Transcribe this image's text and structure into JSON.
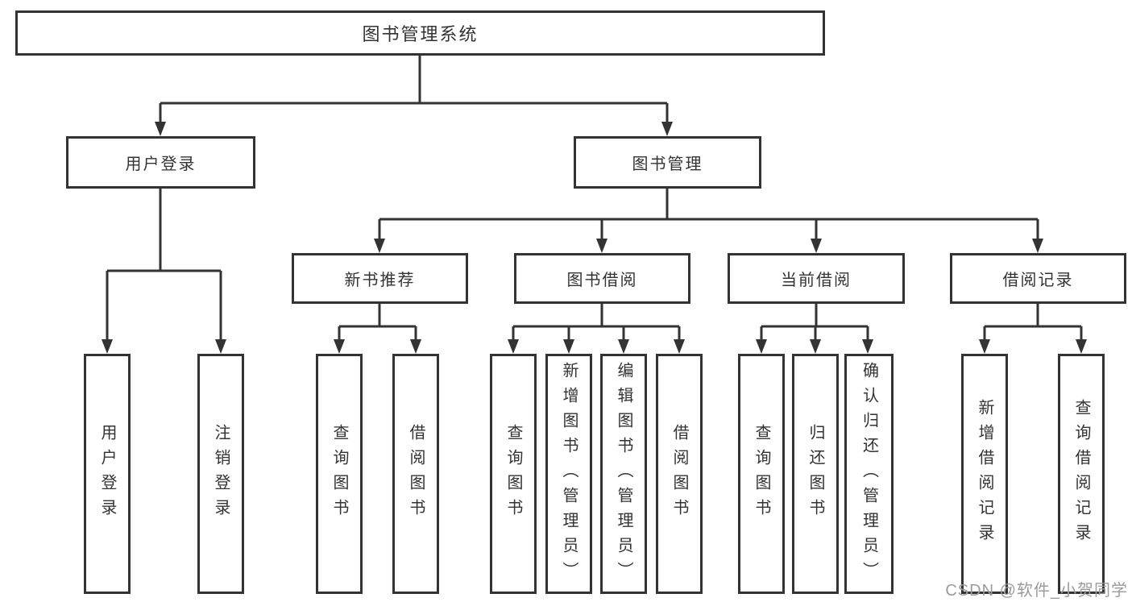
{
  "diagram": {
    "title": "图书管理系统",
    "line_color": "#333333",
    "box_border_color": "#333333",
    "text_color": "#333333",
    "background_color": "#ffffff",
    "root": {
      "label": "图书管理系统"
    },
    "level2": {
      "user_login": {
        "label": "用户登录"
      },
      "book_management": {
        "label": "图书管理"
      }
    },
    "level3": {
      "new_book_recommend": {
        "label": "新书推荐"
      },
      "book_borrow": {
        "label": "图书借阅"
      },
      "current_borrow": {
        "label": "当前借阅"
      },
      "borrow_record": {
        "label": "借阅记录"
      }
    },
    "leaves": {
      "user_login": [
        "用户登录",
        "注销登录"
      ],
      "new_book_recommend": [
        "查询图书",
        "借阅图书"
      ],
      "book_borrow": [
        "查询图书",
        "新增图书（管理员）",
        "编辑图书（管理员）",
        "借阅图书"
      ],
      "current_borrow": [
        "查询图书",
        "归还图书",
        "确认归还（管理员）"
      ],
      "borrow_record": [
        "新增借阅记录",
        "查询借阅记录"
      ]
    }
  },
  "watermark": {
    "text": "CSDN @软件_小贺同学",
    "color": "#9b9b9b"
  }
}
